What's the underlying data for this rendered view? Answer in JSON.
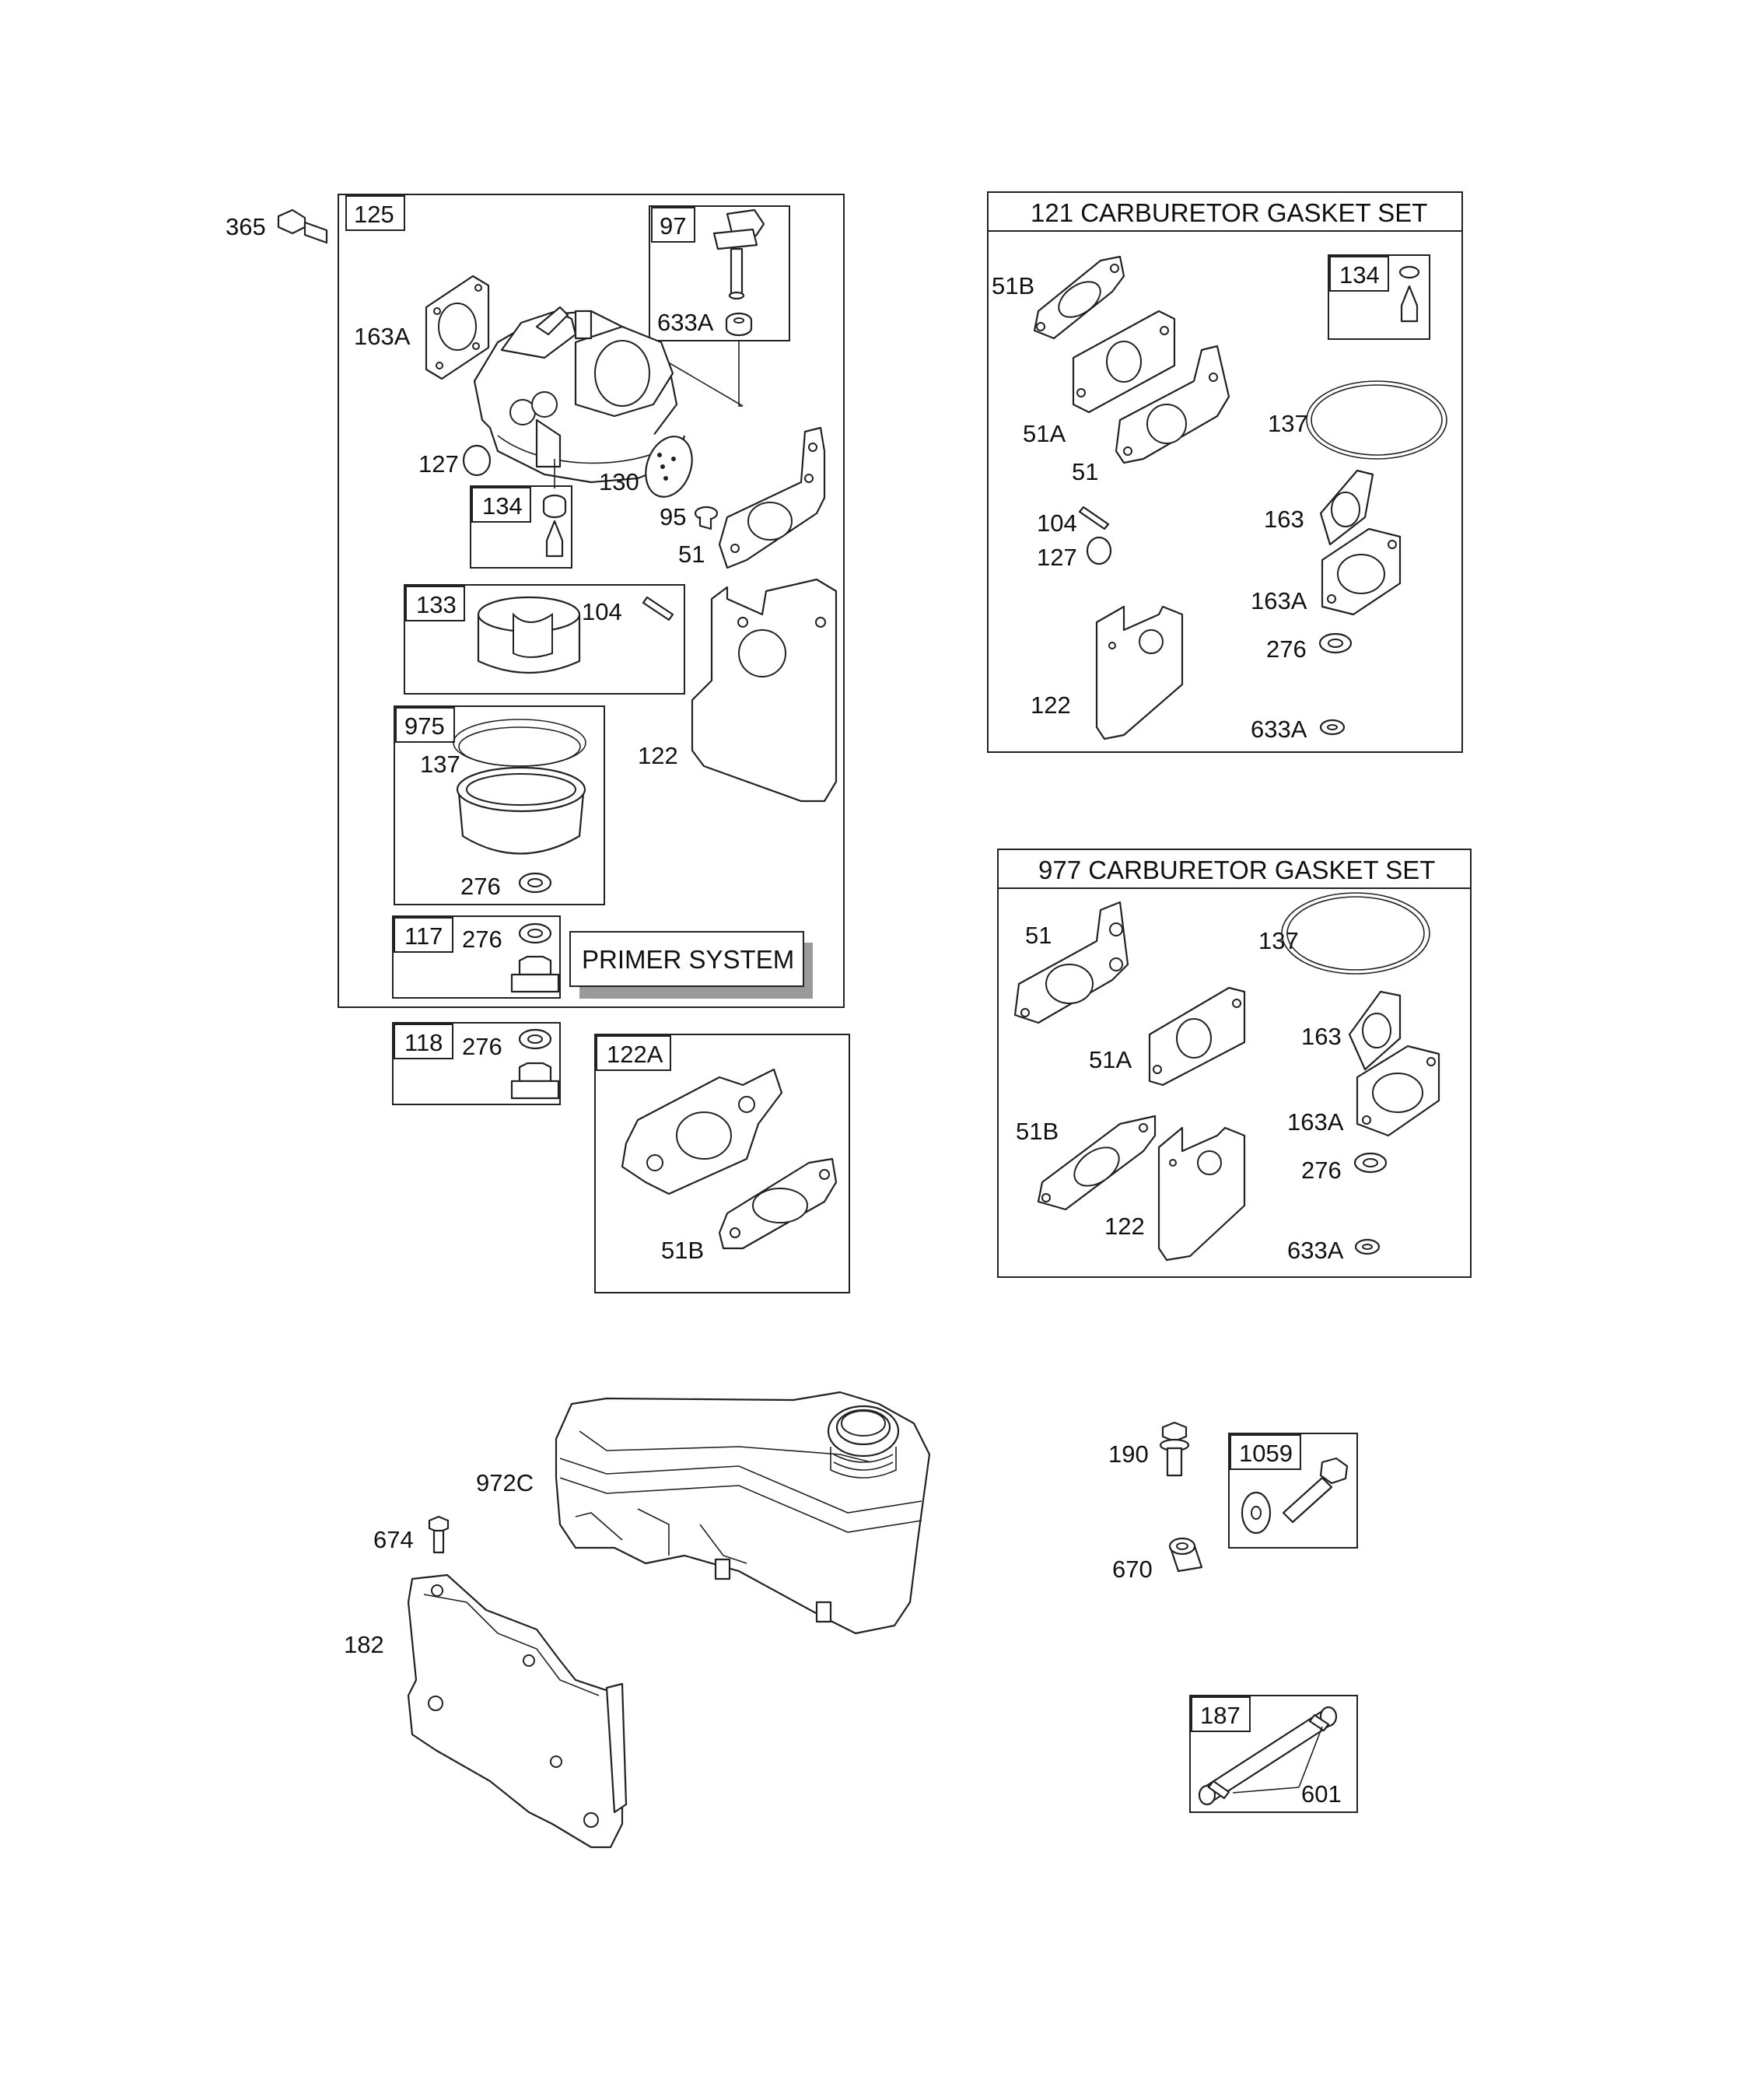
{
  "sections": {
    "carburetor_assembly": {
      "box_tag": "125",
      "primer_system": "PRIMER SYSTEM",
      "boxes": {
        "b97": "97",
        "b134": "134",
        "b133": "133",
        "b975": "975",
        "b117": "117"
      },
      "labels": {
        "p365": "365",
        "p163a": "163A",
        "p633a": "633A",
        "p127": "127",
        "p130": "130",
        "p95": "95",
        "p51": "51",
        "p104": "104",
        "p122": "122",
        "p137": "137",
        "p276a": "276",
        "p276b": "276"
      }
    },
    "box_118": {
      "tag": "118",
      "label_276": "276"
    },
    "box_122a": {
      "tag": "122A",
      "label_51b": "51B"
    },
    "gasket_set_121": {
      "title": "121 CARBURETOR GASKET SET",
      "tag_134": "134",
      "labels": {
        "p51b": "51B",
        "p51a": "51A",
        "p51": "51",
        "p104": "104",
        "p127": "127",
        "p122": "122",
        "p137": "137",
        "p163": "163",
        "p163a": "163A",
        "p276": "276",
        "p633a": "633A"
      }
    },
    "gasket_set_977": {
      "title": "977 CARBURETOR GASKET SET",
      "labels": {
        "p51": "51",
        "p137": "137",
        "p51a": "51A",
        "p163": "163",
        "p51b": "51B",
        "p163a": "163A",
        "p276": "276",
        "p122": "122",
        "p633a": "633A"
      }
    },
    "fuel_tank": {
      "labels": {
        "p972c": "972C",
        "p674": "674",
        "p182": "182"
      }
    },
    "fasteners": {
      "p190": "190",
      "tag_1059": "1059",
      "p670": "670"
    },
    "fuel_line": {
      "tag_187": "187",
      "p601": "601"
    }
  }
}
